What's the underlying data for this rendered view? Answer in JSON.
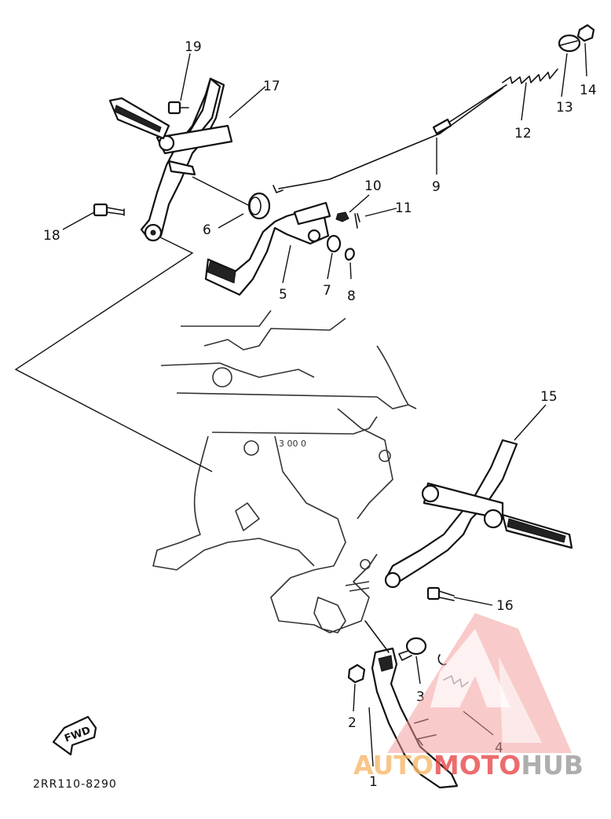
{
  "diagram": {
    "code": "2RR110-8290",
    "fwd_label": "FWD",
    "watermark": {
      "prefix": "AUTO",
      "middle": "MOTO",
      "suffix": "HUB",
      "colors": {
        "auto": "#f6b96b",
        "moto": "#e8484b",
        "hub": "#9a9a9a"
      }
    },
    "callouts": [
      "1",
      "2",
      "3",
      "4",
      "5",
      "6",
      "7",
      "8",
      "9",
      "10",
      "11",
      "12",
      "13",
      "14",
      "15",
      "16",
      "17",
      "18",
      "19"
    ]
  }
}
